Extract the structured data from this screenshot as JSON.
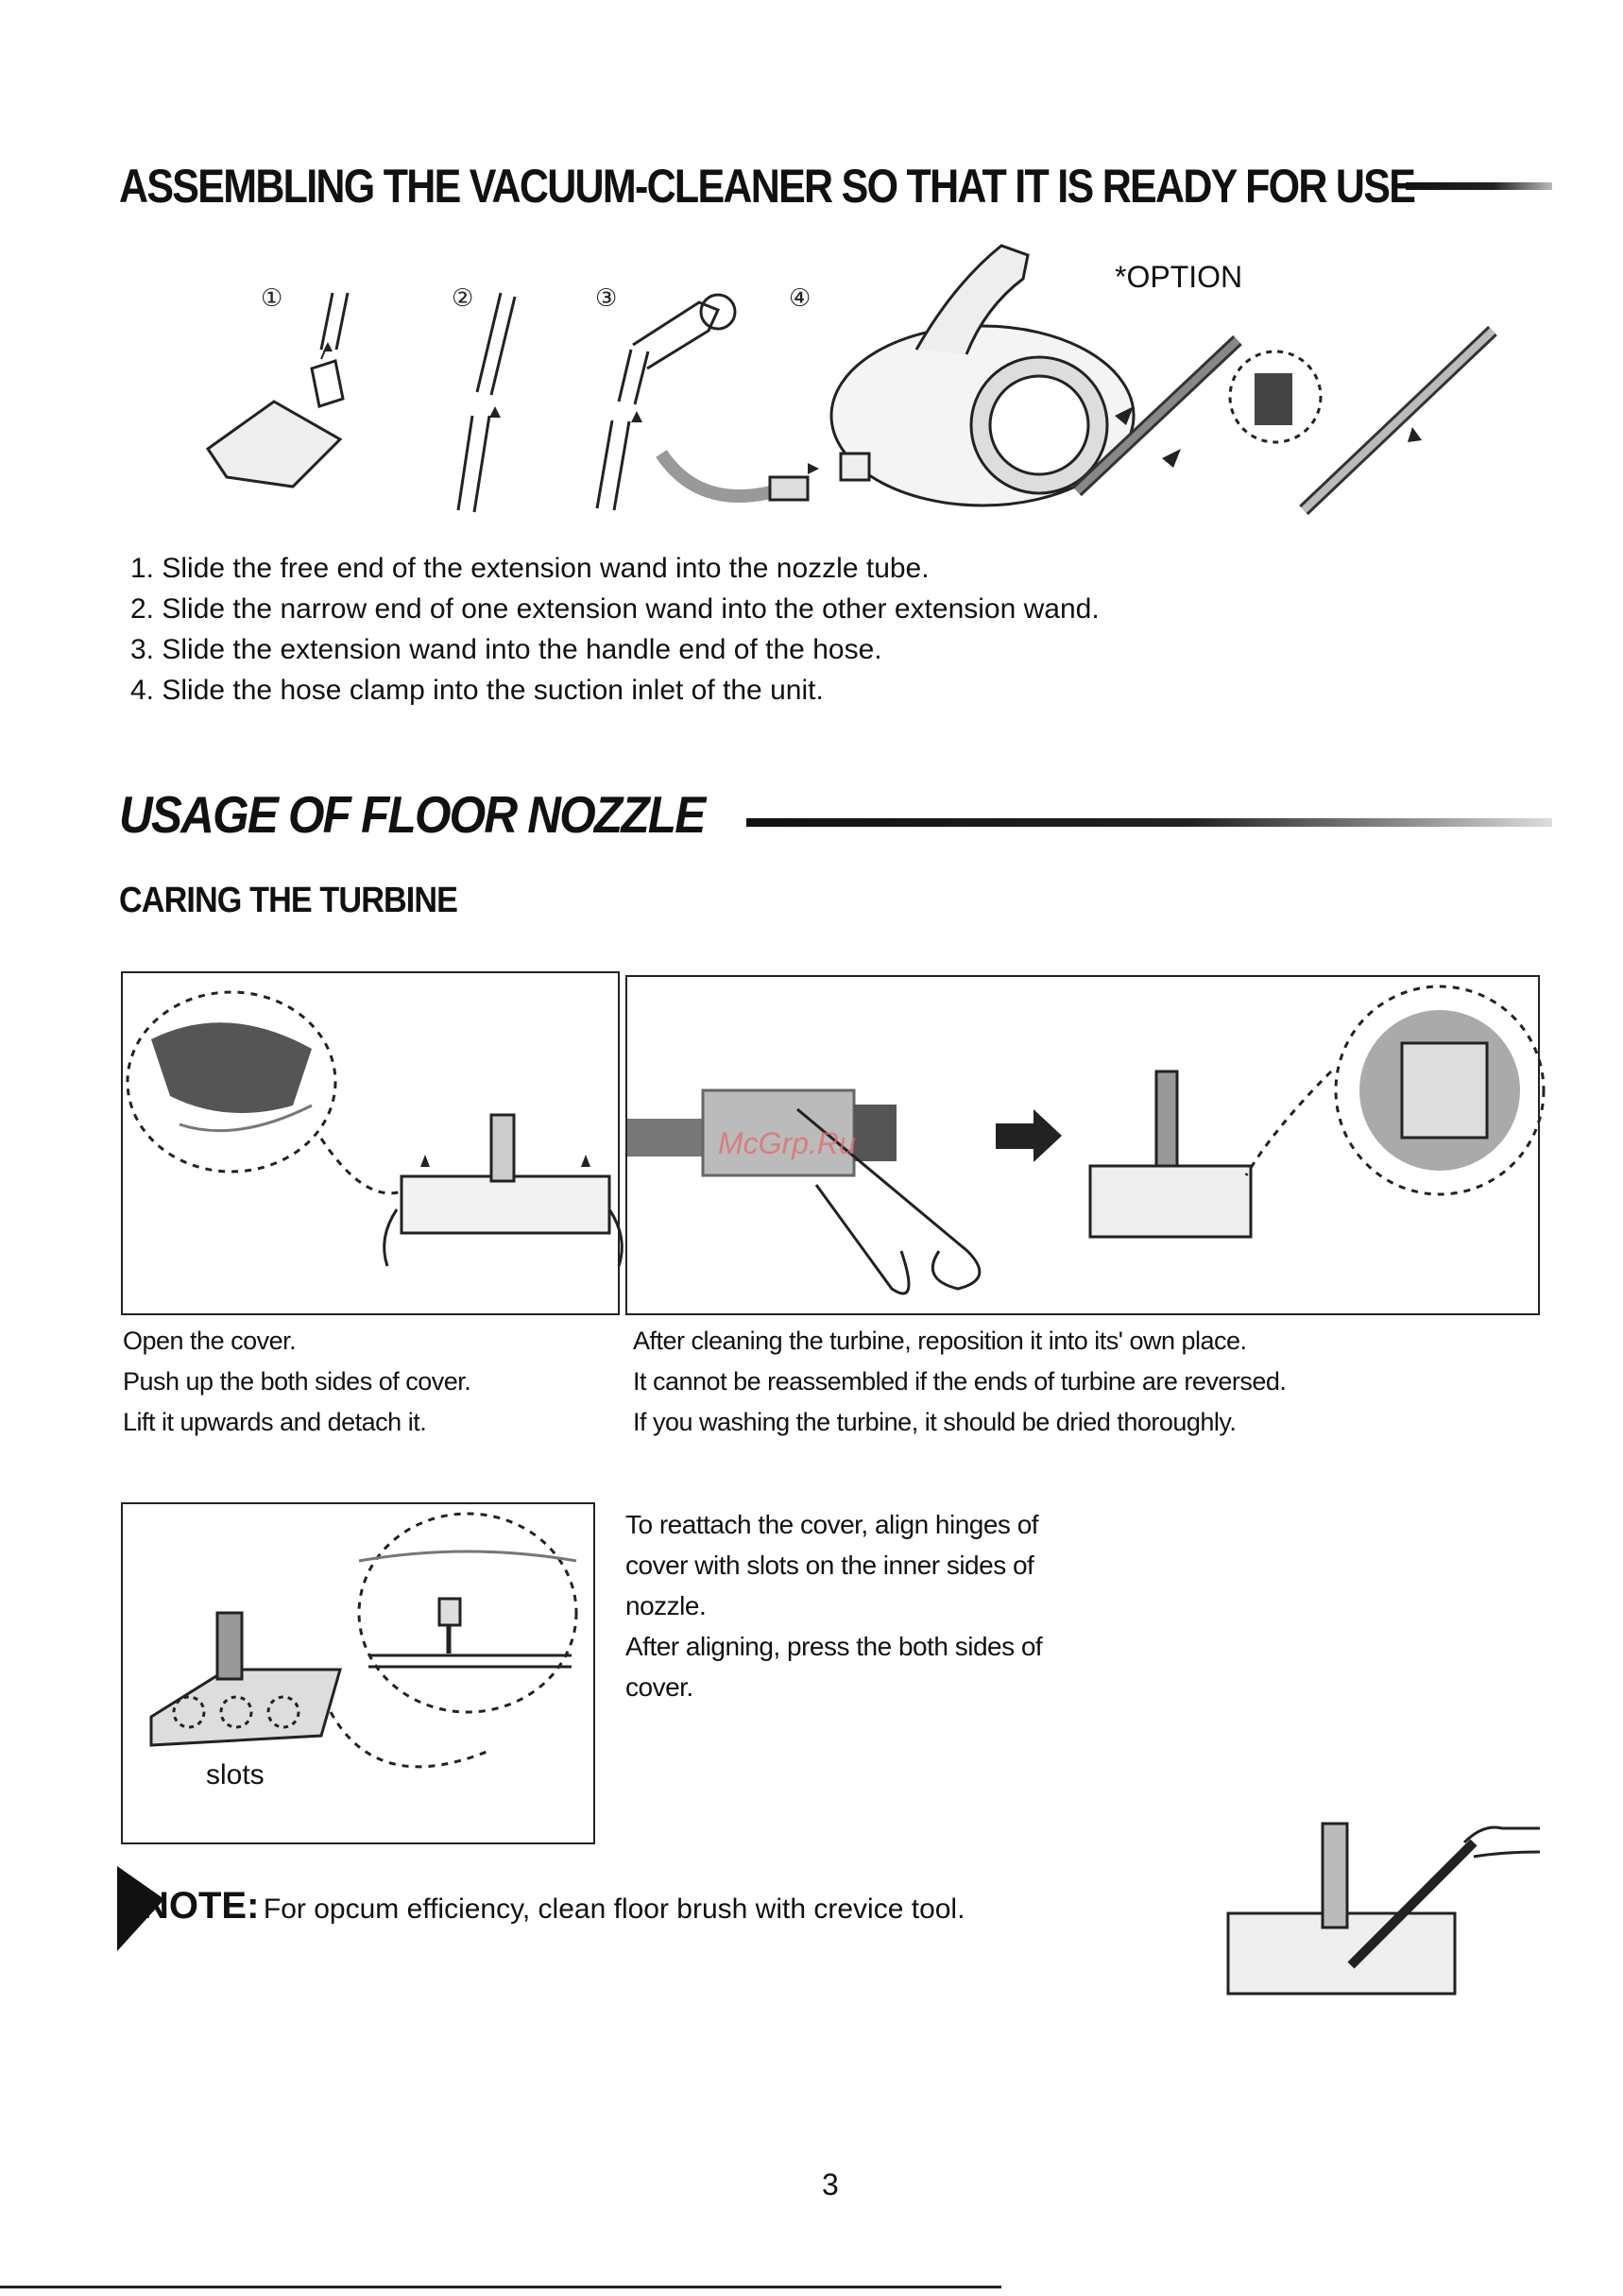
{
  "section1": {
    "title": "ASSEMBLING THE VACUUM-CLEANER SO THAT IT IS READY FOR USE",
    "option_label": "*OPTION",
    "markers": [
      "①",
      "②",
      "③",
      "④"
    ],
    "steps": [
      "1. Slide the free end of the extension wand into the nozzle tube.",
      "2. Slide the narrow end of one extension wand into the other extension wand.",
      "3. Slide the extension wand into the handle end of the hose.",
      "4. Slide the hose clamp into the suction inlet of the unit."
    ]
  },
  "section2": {
    "title": "USAGE OF FLOOR NOZZLE",
    "subtitle": "CARING THE TURBINE",
    "caption_left": [
      "Open the cover.",
      "Push up the both sides of cover.",
      "Lift it upwards and detach it."
    ],
    "caption_right": [
      "After cleaning the turbine, reposition it into its' own place.",
      "It cannot be reassembled if the ends of turbine are reversed.",
      "If you washing the turbine, it should be dried thoroughly."
    ],
    "reattach_text": [
      "To reattach the cover, align hinges of",
      "cover with slots on the inner sides of",
      "nozzle.",
      "After aligning, press the both sides of",
      "cover."
    ],
    "slots_label": "slots",
    "note_label": "NOTE:",
    "note_text": "For opcum efficiency, clean floor brush with crevice tool."
  },
  "watermark": "McGrp.Ru",
  "page_number": "3"
}
